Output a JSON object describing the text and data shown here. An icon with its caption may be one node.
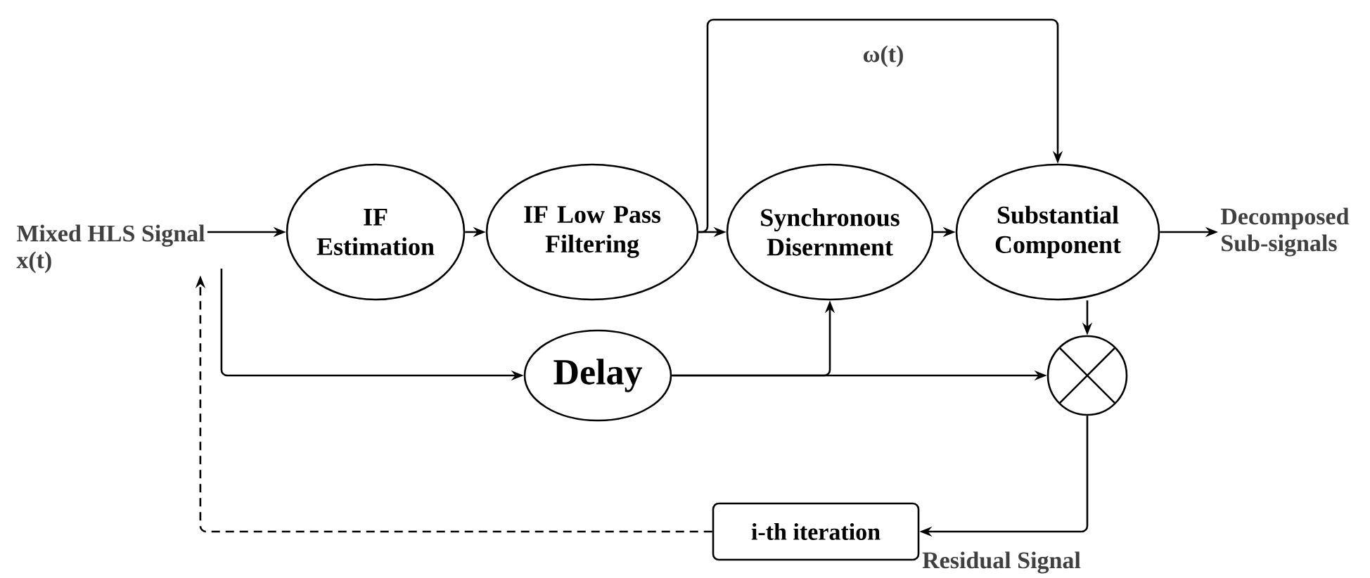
{
  "diagram": {
    "nodes": [
      {
        "text": [
          "Mixed HLS Signal",
          "x(t)"
        ]
      },
      {
        "text": [
          "IF Estimation"
        ]
      },
      {
        "text": [
          "IF Low Pass Filtering"
        ]
      },
      {
        "text": [
          "Synchronous Disernment"
        ]
      },
      {
        "text": [
          "Substantial Component"
        ]
      },
      {
        "text": [
          "Decomposed Sub-signals"
        ]
      },
      {
        "text": [
          "Delay"
        ]
      },
      {
        "text": [],
        "shape": "circle"
      },
      {
        "text": [
          "i-th iteration"
        ]
      }
    ],
    "edges": [
      {
        "from": 0,
        "to": 1,
        "arrow": "to"
      },
      {
        "from": 1,
        "to": 2,
        "arrow": "to"
      },
      {
        "from": 2,
        "to": 3,
        "arrow": "to"
      },
      {
        "from": 2,
        "to": 4,
        "arrow": "to",
        "label": "ω(t)"
      },
      {
        "from": 3,
        "to": 4,
        "arrow": "to"
      },
      {
        "from": 4,
        "to": 5,
        "arrow": "to"
      },
      {
        "from": 0,
        "to": 6,
        "arrow": "to"
      },
      {
        "from": 6,
        "to": 3,
        "arrow": "to"
      },
      {
        "from": 6,
        "to": 7,
        "arrow": "to"
      },
      {
        "from": 4,
        "to": 7,
        "arrow": "to"
      },
      {
        "from": 7,
        "to": 8,
        "arrow": "to",
        "label": "Residual Signal"
      },
      {
        "from": 8,
        "to": 0,
        "arrow": "to",
        "style": "dashed"
      }
    ]
  }
}
